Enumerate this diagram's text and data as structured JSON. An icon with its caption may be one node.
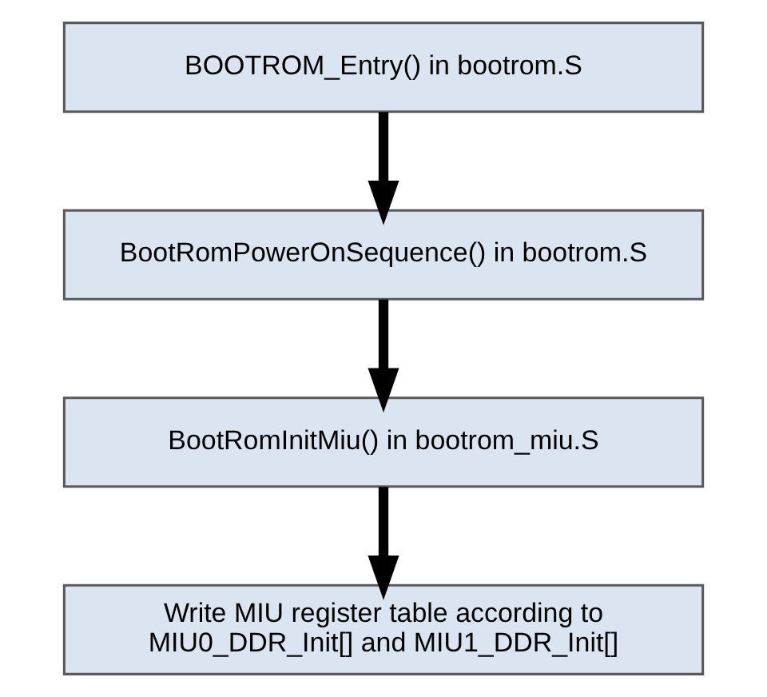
{
  "diagram": {
    "nodes": [
      {
        "text": [
          "BOOTROM_Entry() in bootrom.S"
        ]
      },
      {
        "text": [
          "BootRomPowerOnSequence() in bootrom.S"
        ]
      },
      {
        "text": [
          "BootRomInitMiu() in bootrom_miu.S"
        ]
      },
      {
        "text": [
          "Write MIU register table according to MIU0_DDR_Init[] and MIU1_DDR_Init[]"
        ]
      }
    ],
    "edges": [
      {
        "from": 0,
        "to": 1,
        "arrow": "to"
      },
      {
        "from": 1,
        "to": 2,
        "arrow": "to"
      },
      {
        "from": 2,
        "to": 3,
        "arrow": "to"
      }
    ]
  }
}
